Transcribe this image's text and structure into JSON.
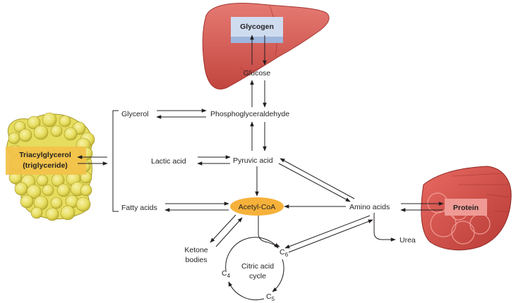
{
  "labels": {
    "glycogen": "Glycogen",
    "glucose": "Glucose",
    "glycerol": "Glycerol",
    "phosphoglyceraldehyde": "Phosphoglyceraldehyde",
    "lactic_acid": "Lactic acid",
    "pyruvic_acid": "Pyruvic acid",
    "fatty_acids": "Fatty acids",
    "acetyl_coa": "Acetyl-CoA",
    "amino_acids": "Amino acids",
    "protein": "Protein",
    "urea": "Urea",
    "triacylglycerol_line1": "Triacylglycerol",
    "triacylglycerol_line2": "(triglyceride)",
    "ketone_line1": "Ketone",
    "ketone_line2": "bodies",
    "citric_line1": "Citric acid",
    "citric_line2": "cycle",
    "c6_base": "C",
    "c6_sub": "6",
    "c5_base": "C",
    "c5_sub": "5",
    "c4_base": "C",
    "c4_sub": "4"
  },
  "colors": {
    "liver": "#d9605a",
    "fat": "#e6dd5e",
    "muscle": "#d9514b",
    "glycogen_box": "#cfdcf0",
    "protein_box": "#ef9a95",
    "acetyl_coa": "#f6b13a"
  },
  "icons": [
    "liver-illustration",
    "adipose-tissue-illustration",
    "muscle-fibers-illustration"
  ]
}
